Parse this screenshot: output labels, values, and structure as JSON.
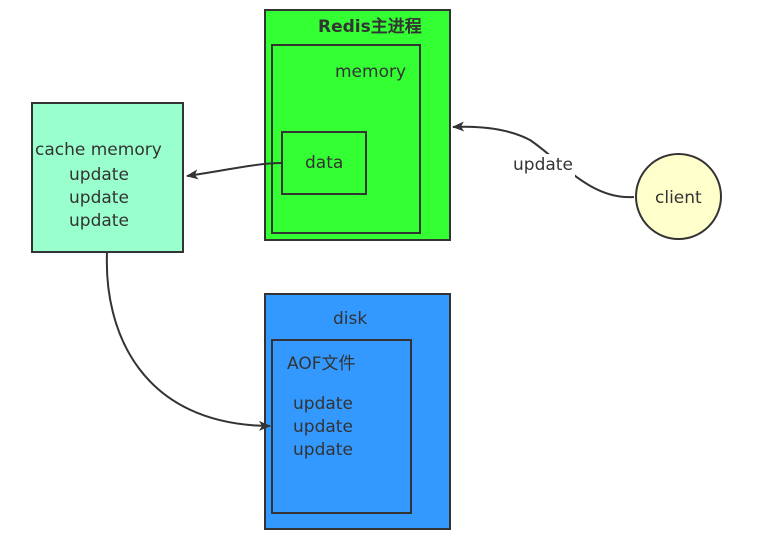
{
  "redis_process": {
    "title": "Redis主进程",
    "memory_label": "memory",
    "data_label": "data",
    "fill": "#33ff33"
  },
  "cache_memory": {
    "title": "cache memory",
    "lines": [
      "update",
      "update",
      "update"
    ],
    "fill": "#99ffcc"
  },
  "disk": {
    "title": "disk",
    "aof_label": "AOF文件",
    "lines": [
      "update",
      "update",
      "update"
    ],
    "fill": "#3399ff"
  },
  "client": {
    "label": "client",
    "fill": "#ffffcc"
  },
  "edges": {
    "client_to_memory_label": "update"
  },
  "colors": {
    "stroke": "#333333",
    "text": "#333333"
  }
}
